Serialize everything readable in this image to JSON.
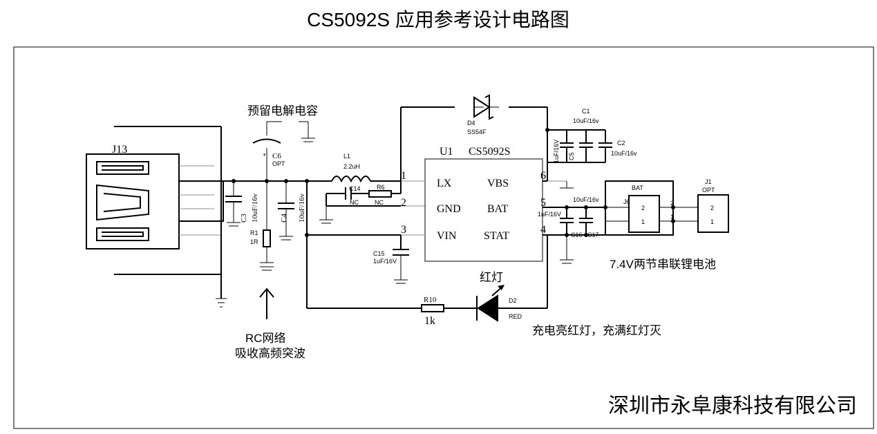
{
  "title": "CS5092S 应用参考设计电路图",
  "company": "深圳市永阜康科技有限公司",
  "ic": {
    "ref": "U1",
    "part": "CS5092S",
    "pins": [
      {
        "num": "1",
        "name": "LX"
      },
      {
        "num": "2",
        "name": "GND"
      },
      {
        "num": "3",
        "name": "VIN"
      },
      {
        "num": "4",
        "name": "STAT"
      },
      {
        "num": "5",
        "name": "BAT"
      },
      {
        "num": "6",
        "name": "VBS"
      }
    ]
  },
  "annotations": {
    "reserved_cap": "预留电解电容",
    "rc_net_line1": "RC网络",
    "rc_net_line2": "吸收高频突波",
    "battery": "7.4V两节串联锂电池",
    "led_color": "红灯",
    "led_note": "充电亮红灯，充满红灯灭"
  },
  "components": {
    "usb": {
      "ref": "J13"
    },
    "c6": {
      "ref": "C6",
      "value": "OPT"
    },
    "c3": {
      "ref": "C3",
      "value": "10uF/16v"
    },
    "c4": {
      "ref": "C4",
      "value": "10uF/16v"
    },
    "r1": {
      "ref": "R1",
      "value": "1R"
    },
    "l1": {
      "ref": "L1",
      "value": "2.2uH"
    },
    "c14": {
      "ref": "C14",
      "value": "NC"
    },
    "r6": {
      "ref": "R6",
      "value": "NC"
    },
    "d4": {
      "ref": "D4",
      "value": "SS54F"
    },
    "c1": {
      "ref": "C1",
      "value": "10uF/16v"
    },
    "c2": {
      "ref": "C2",
      "value": "10uF/16v"
    },
    "c5": {
      "ref": "C5",
      "value": "1uF/16V"
    },
    "c16_value": "10uF/16v",
    "c17_value": "1uF/16V",
    "c16": {
      "ref": "C16"
    },
    "c17": {
      "ref": "C17"
    },
    "c15": {
      "ref": "C15",
      "value": "1uF/16V"
    },
    "r10": {
      "ref": "R10",
      "value": "1k"
    },
    "d2": {
      "ref": "D2",
      "value": "RED"
    },
    "bat": {
      "ref": "BAT",
      "conn": "J6",
      "pin_top": "2",
      "pin_bottom": "1"
    },
    "j1": {
      "ref": "J1",
      "value": "OPT",
      "pin_top": "2",
      "pin_bottom": "1"
    }
  }
}
